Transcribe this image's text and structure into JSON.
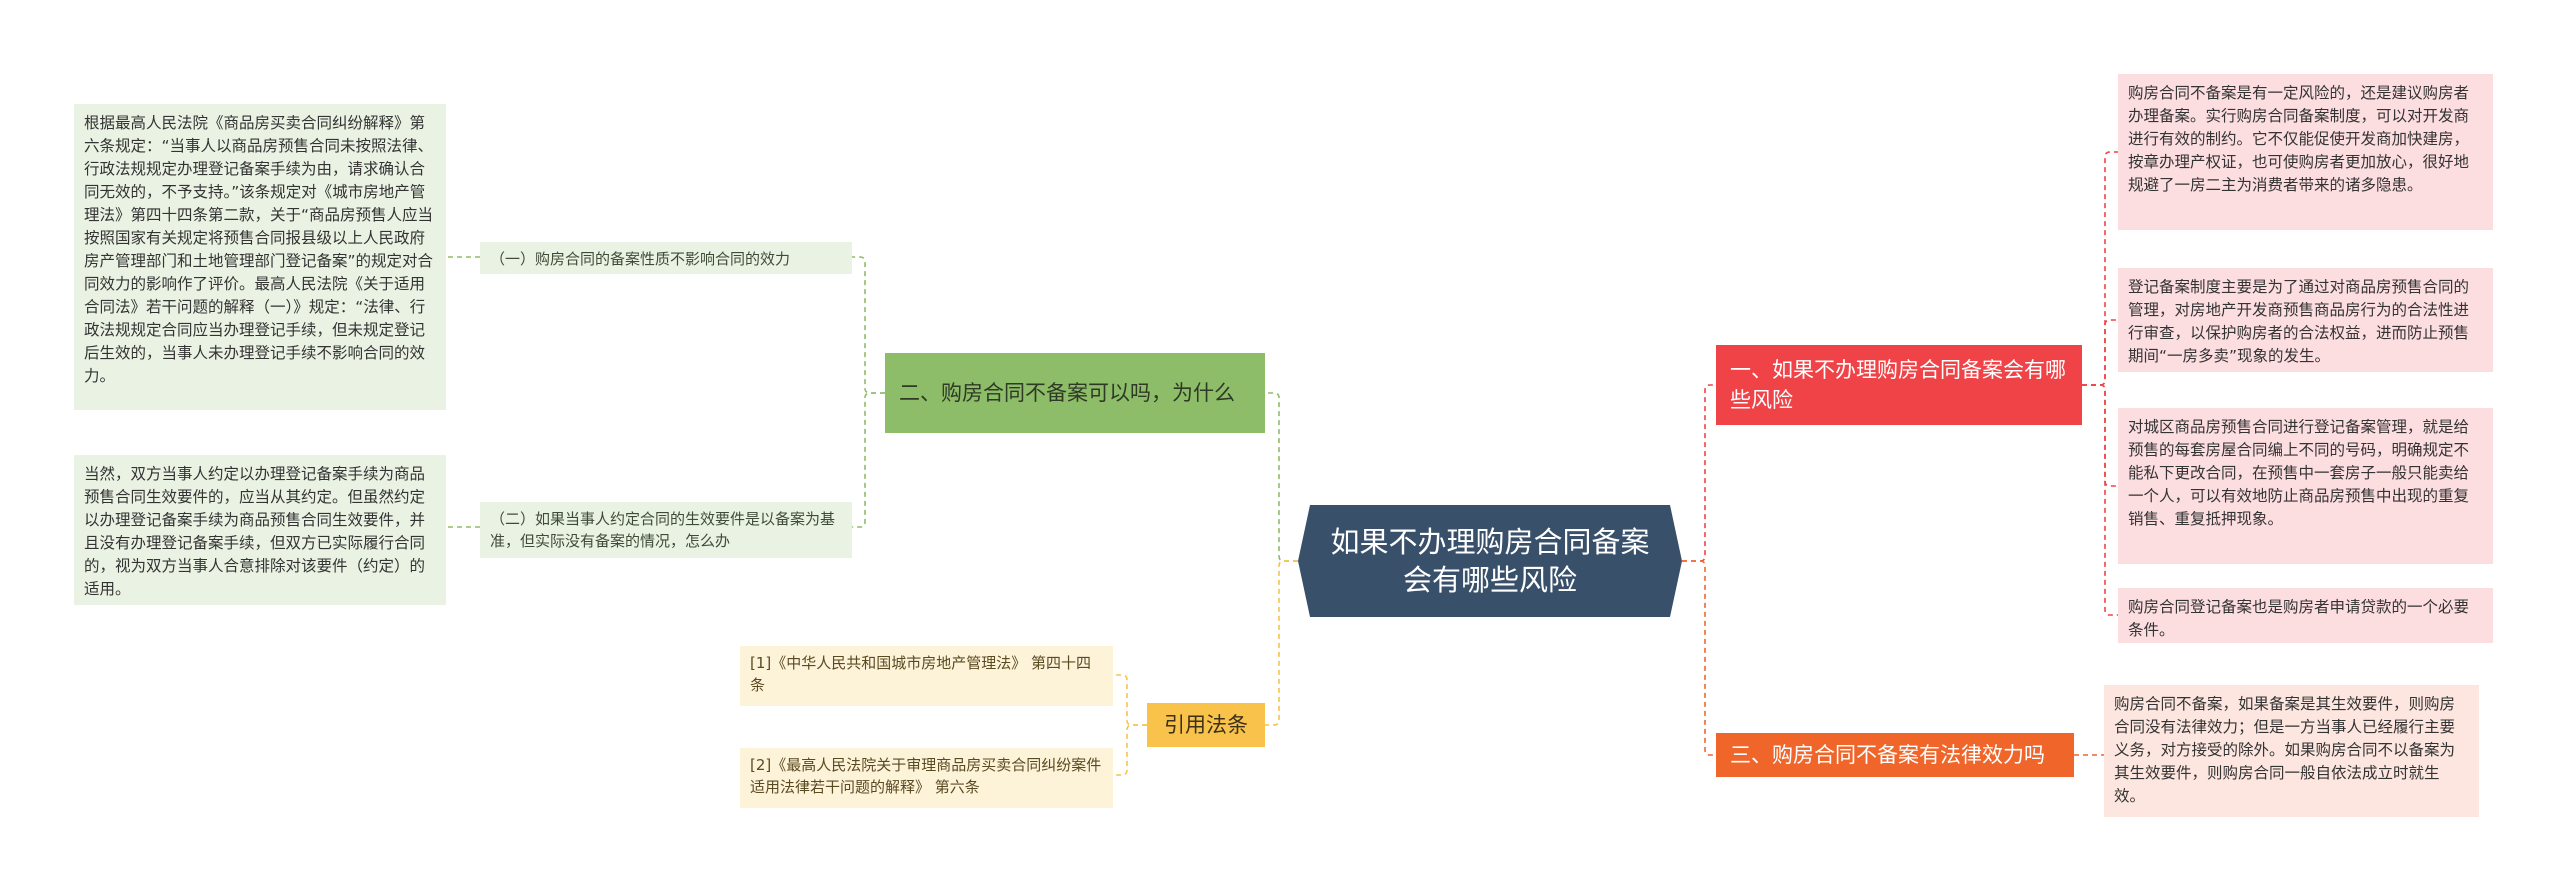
{
  "center": {
    "title": "如果不办理购房合同备案会有哪些风险"
  },
  "branches": {
    "b1": {
      "label": "一、如果不办理购房合同备案会有哪些风险",
      "color": "#ef4347"
    },
    "b3": {
      "label": "三、购房合同不备案有法律效力吗",
      "color": "#f0652a"
    },
    "b2": {
      "label": "二、购房合同不备案可以吗，为什么",
      "color": "#8ebd6a"
    },
    "ref": {
      "label": "引用法条",
      "color": "#f9c24a"
    }
  },
  "b1_leaves": [
    "购房合同不备案是有一定风险的，还是建议购房者办理备案。实行购房合同备案制度，可以对开发商进行有效的制约。它不仅能促使开发商加快建房，按章办理产权证，也可使购房者更加放心，很好地规避了一房二主为消费者带来的诸多隐患。",
    "登记备案制度主要是为了通过对商品房预售合同的管理，对房地产开发商预售商品房行为的合法性进行审查，以保护购房者的合法权益，进而防止预售期间“一房多卖”现象的发生。",
    "对城区商品房预售合同进行登记备案管理，就是给预售的每套房屋合同编上不同的号码，明确规定不能私下更改合同，在预售中一套房子一般只能卖给一个人，可以有效地防止商品房预售中出现的重复销售、重复抵押现象。",
    "购房合同登记备案也是购房者申请贷款的一个必要条件。"
  ],
  "b3_leaf": "购房合同不备案，如果备案是其生效要件，则购房合同没有法律效力；但是一方当事人已经履行主要义务，对方接受的除外。如果购房合同不以备案为其生效要件，则购房合同一般自依法成立时就生效。",
  "b2_subs": [
    {
      "label": "（一）购房合同的备案性质不影响合同的效力",
      "leaf": "根据最高人民法院《商品房买卖合同纠纷解释》第六条规定：“当事人以商品房预售合同未按照法律、行政法规规定办理登记备案手续为由，请求确认合同无效的，不予支持。”该条规定对《城市房地产管理法》第四十四条第二款，关于“商品房预售人应当按照国家有关规定将预售合同报县级以上人民政府房产管理部门和土地管理部门登记备案”的规定对合同效力的影响作了评价。最高人民法院《关于适用合同法》若干问题的解释（一）》规定：“法律、行政法规规定合同应当办理登记手续，但未规定登记后生效的，当事人未办理登记手续不影响合同的效力。"
    },
    {
      "label": "（二）如果当事人约定合同的生效要件是以备案为基准，但实际没有备案的情况，怎么办",
      "leaf": "当然，双方当事人约定以办理登记备案手续为商品预售合同生效要件的，应当从其约定。但虽然约定以办理登记备案手续为商品预售合同生效要件，并且没有办理登记备案手续，但双方已实际履行合同的，视为双方当事人合意排除对该要件（约定）的适用。"
    }
  ],
  "ref_items": [
    "[1]《中华人民共和国城市房地产管理法》 第四十四条",
    "[2]《最高人民法院关于审理商品房买卖合同纠纷案件适用法律若干问题的解释》 第六条"
  ]
}
